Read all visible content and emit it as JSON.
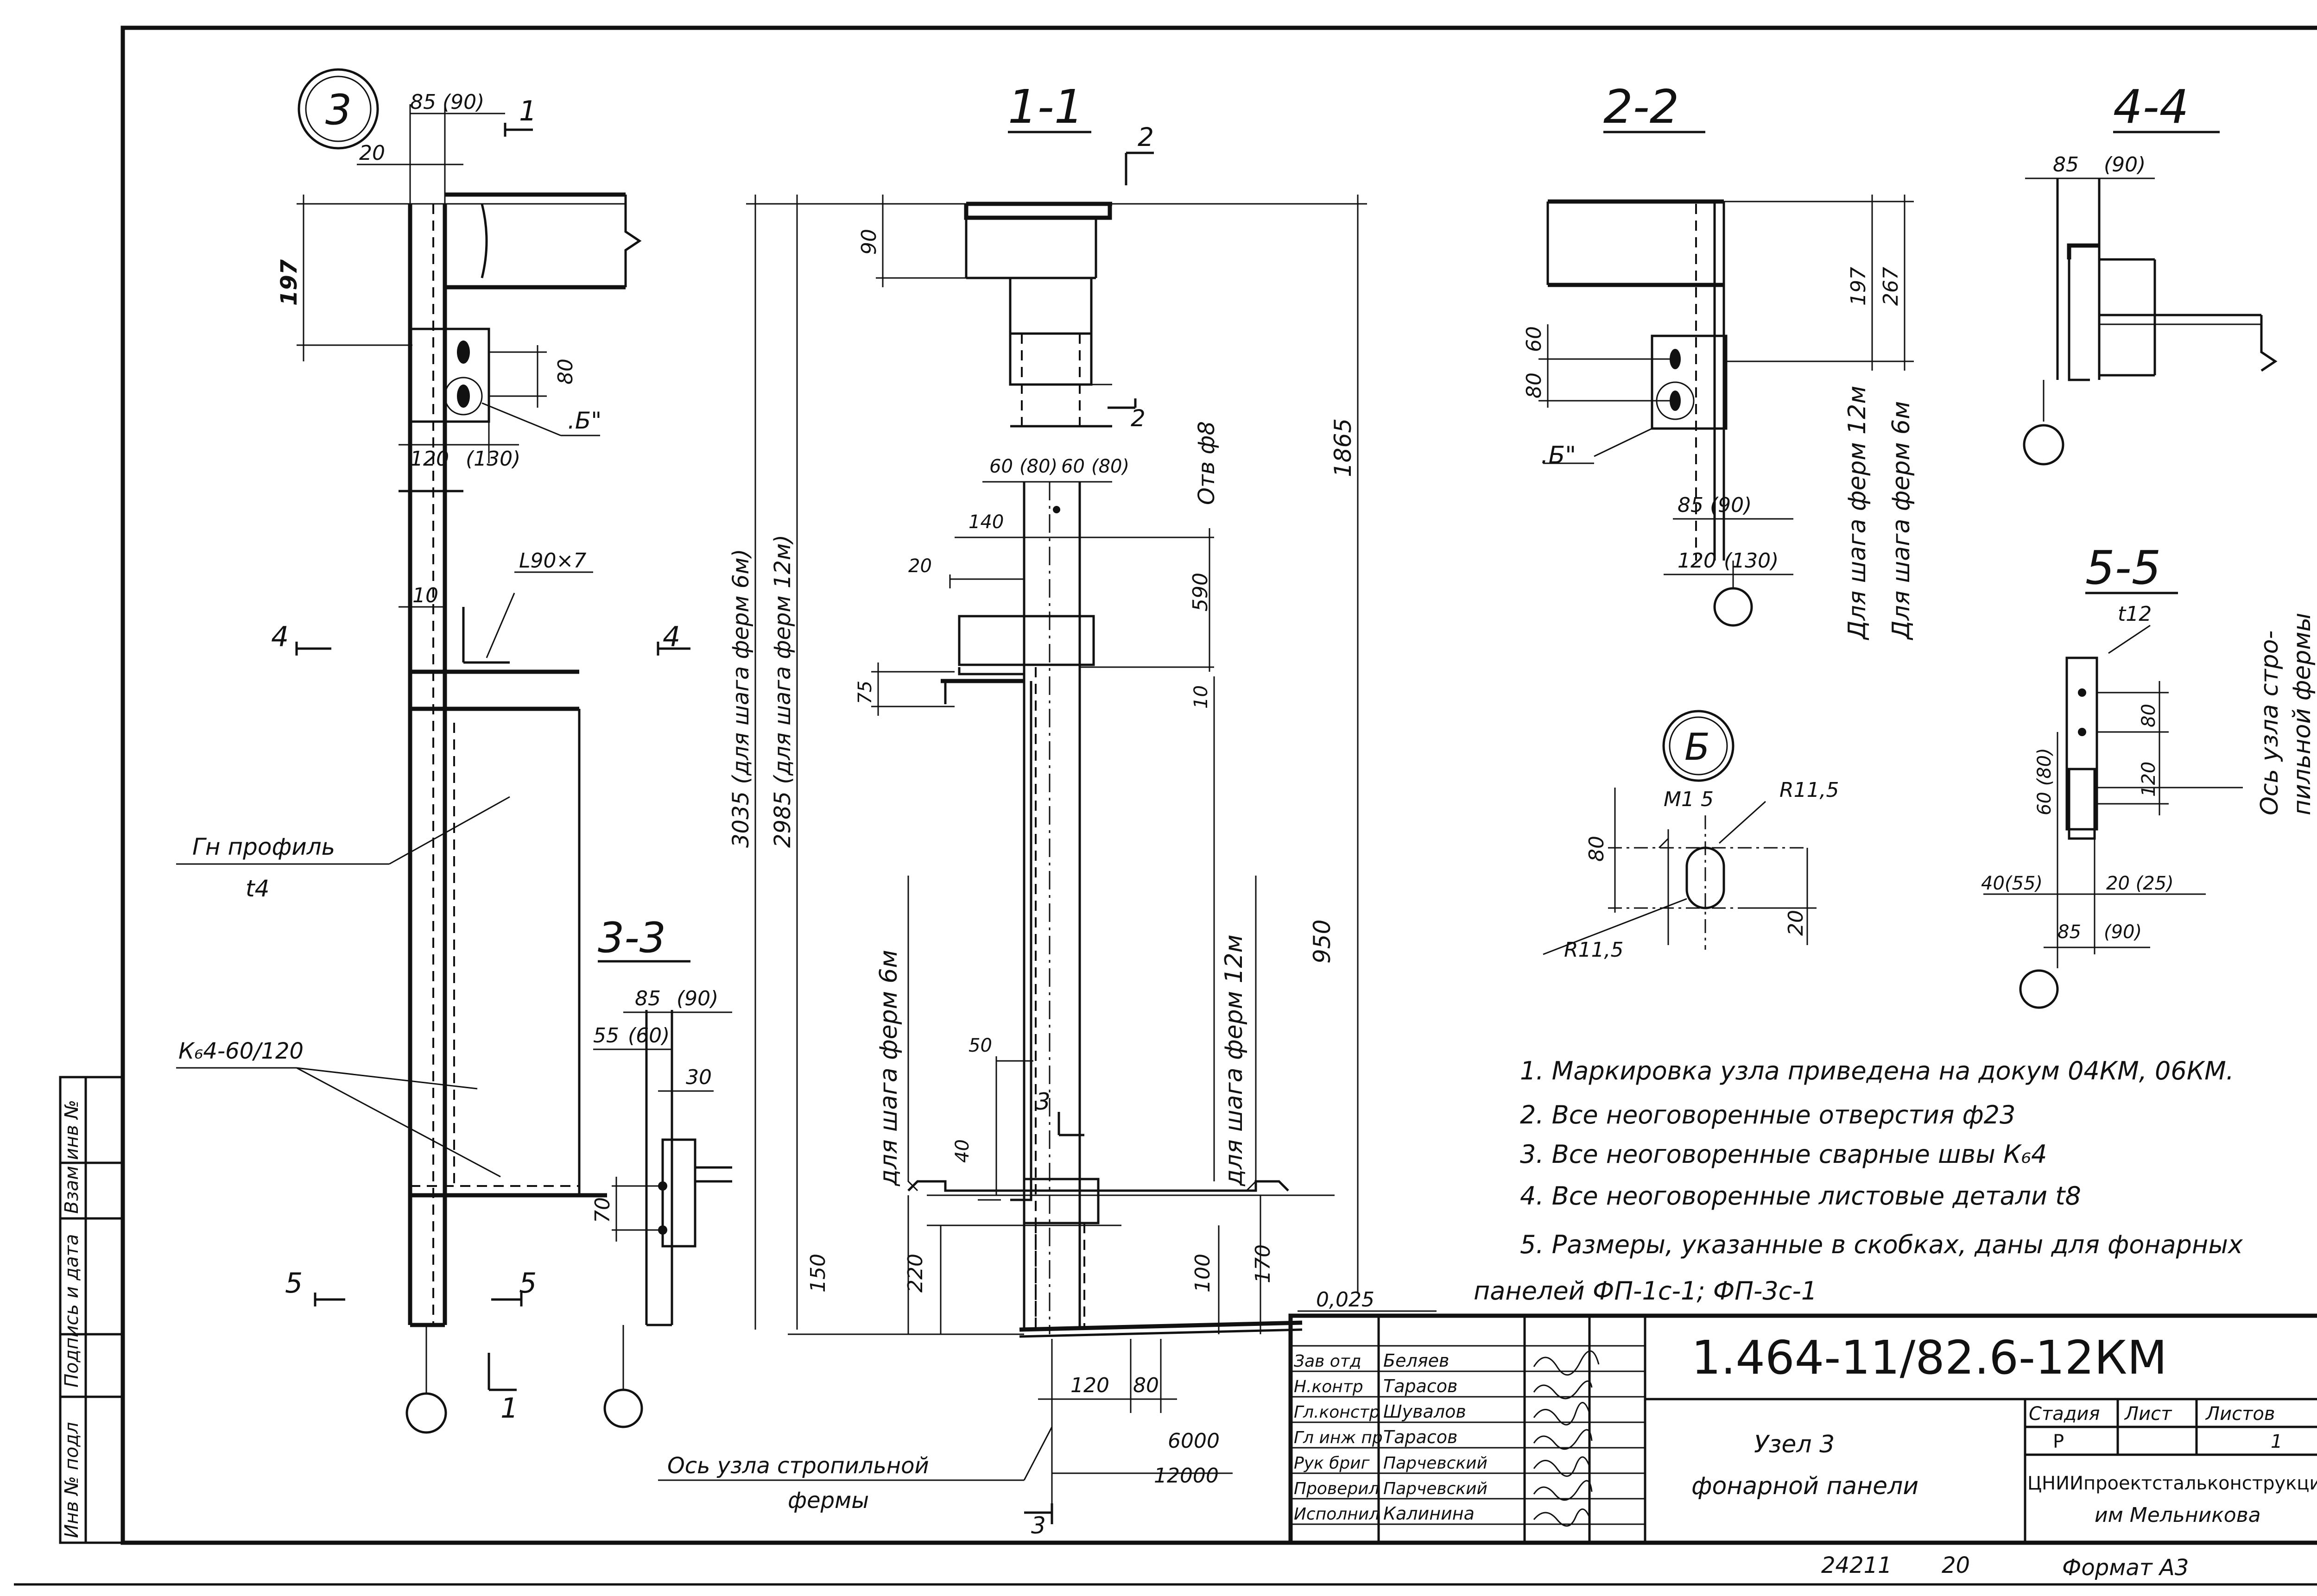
{
  "node_marker": "3",
  "sections": {
    "s11": "1-1",
    "s22": "2-2",
    "s33": "3-3",
    "s44": "4-4",
    "s55": "5-5",
    "detail": "Б"
  },
  "cut_marks": {
    "c1": "1",
    "c2": "2",
    "c3": "3",
    "c4": "4",
    "c5": "5"
  },
  "view3": {
    "d85": "85",
    "d90": "(90)",
    "d20": "20",
    "d197": "197",
    "d80": "80",
    "ref_b": ".Б\"",
    "d120": "120",
    "d130": "(130)",
    "angle": "L90×7",
    "d10": "10",
    "profile": "Гн профиль",
    "profile_t": "t4",
    "weld": "К₆4-60/120"
  },
  "view11": {
    "d90": "90",
    "d1865": "1865",
    "hole": "Отв ф8",
    "d60a": "60",
    "d80a": "(80)",
    "d60b": "60",
    "d80b": "(80)",
    "d140": "140",
    "d20": "20",
    "d590": "590",
    "d75": "75",
    "d10": "10",
    "d950": "950",
    "d3035": "3035 (для шага ферм 6м)",
    "d2985": "2985 (для шага ферм 12м)",
    "step6": "для шага ферм 6м",
    "step12": "для шага ферм 12м",
    "d50": "50",
    "d40": "40",
    "d150": "150",
    "d220": "220",
    "d100": "100",
    "d170": "170",
    "slope": "0,025",
    "d120": "120",
    "d80": "80",
    "d6000": "6000",
    "d12000": "12000",
    "axis_1": "Ось узла стропильной",
    "axis_2": "фермы"
  },
  "view22": {
    "d80": "80",
    "d60": "60",
    "d197": "197",
    "d267": "267",
    "step12": "Для шага ферм 12м",
    "step6": "Для шага ферм 6м",
    "ref_b": ".Б\"",
    "d85": "85",
    "d90": "(90)",
    "d120": "120",
    "d130": "(130)"
  },
  "view33": {
    "d85": "85",
    "d90": "(90)",
    "d55": "55",
    "d60": "(60)",
    "d30": "30",
    "d70": "70"
  },
  "view44": {
    "d85": "85",
    "d90": "(90)"
  },
  "view55": {
    "t12": "t12",
    "d80": "80",
    "d120": "120",
    "d60": "60 (80)",
    "d40": "40(55)",
    "d20": "20 (25)",
    "d85": "85",
    "d90": "(90)",
    "axis_1": "Ось узла стро-",
    "axis_2": "пильной фермы"
  },
  "detailB": {
    "m15": "М1 5",
    "r1": "R11,5",
    "r2": "R11,5",
    "d80": "80",
    "d20": "20"
  },
  "notes": [
    "1. Маркировка узла приведена на докум 04КМ, 06КМ.",
    "2. Все неоговоренные отверстия ф23",
    "3. Все неоговоренные сварные швы К₆4",
    "4. Все неоговоренные листовые детали t8",
    "5. Размеры, указанные в скобках, даны для фонарных",
    "панелей ФП-1с-1; ФП-3с-1"
  ],
  "side_stamp": [
    "Инв № подл",
    "Подпись и дата",
    "Взам инв №"
  ],
  "title_block": {
    "code": "1.464-11/82.6-12КМ",
    "roles": [
      "Зав отд",
      "Н.контр",
      "Гл.констр",
      "Гл инж пр",
      "Рук бриг",
      "Проверил",
      "Исполнил"
    ],
    "names": [
      "Беляев",
      "Тарасов",
      "Шувалов",
      "Тарасов",
      "Парчевский",
      "Парчевский",
      "Калинина"
    ],
    "title_1": "Узел 3",
    "title_2": "фонарной панели",
    "stage_label": "Стадия",
    "sheet_label": "Лист",
    "sheets_label": "Листов",
    "stage": "Р",
    "sheet": "",
    "sheets": "1",
    "org_1": "ЦНИИпроектстальконструкция",
    "org_2": "им Мельникова"
  },
  "footer": {
    "number": "24211",
    "page": "20",
    "format": "Формат А3"
  }
}
